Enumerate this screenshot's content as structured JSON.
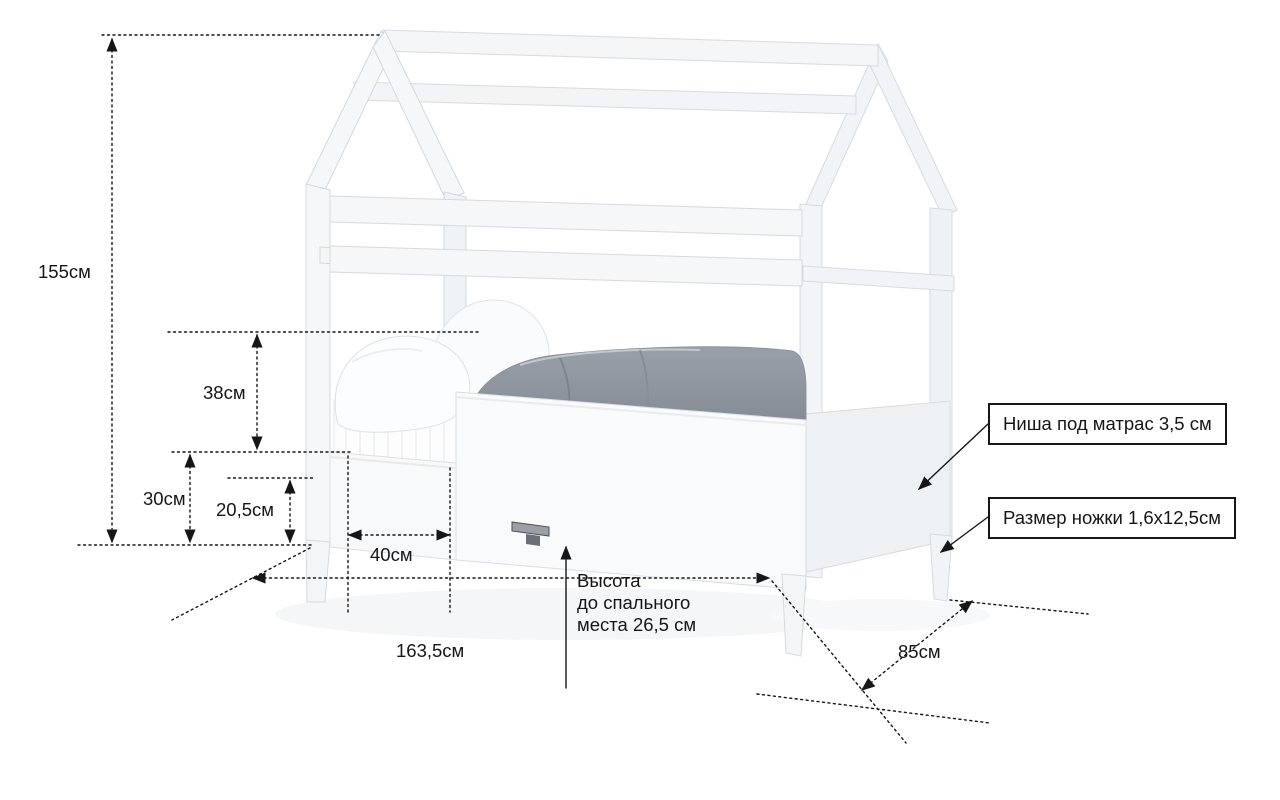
{
  "colors": {
    "line": "#161616",
    "bed_fill": "#f5f7f9",
    "bed_edge": "#d7dbe0",
    "blanket": "#8e949d",
    "background": "#ffffff"
  },
  "dimensions": {
    "total_height": "155см",
    "guard_height": "38см",
    "base_height": "30см",
    "under_rail_height": "20,5см",
    "opening_width": "40см",
    "length": "163,5см",
    "width": "85см"
  },
  "sleep_height_note": {
    "line1": "Высота",
    "line2": "до спального",
    "line3": "места 26,5 см"
  },
  "callouts": {
    "mattress_niche": "Ниша под матрас 3,5 см",
    "leg_size": "Размер ножки 1,6x12,5см"
  }
}
